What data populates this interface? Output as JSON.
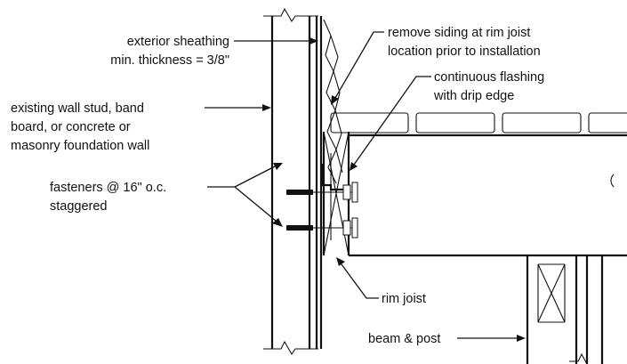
{
  "labels": {
    "exterior_sheathing_1": "exterior sheathing",
    "exterior_sheathing_2": "min. thickness = 3/8\"",
    "existing_wall_1": "existing wall stud, band",
    "existing_wall_2": "board, or concrete or",
    "existing_wall_3": "masonry foundation wall",
    "fasteners_1": "fasteners @ 16\" o.c.",
    "fasteners_2": "staggered",
    "remove_siding_1": "remove siding at rim joist",
    "remove_siding_2": "location prior to installation",
    "flashing_1": "continuous flashing",
    "flashing_2": "with drip edge",
    "rim_joist": "rim joist",
    "beam_post": "beam & post"
  }
}
